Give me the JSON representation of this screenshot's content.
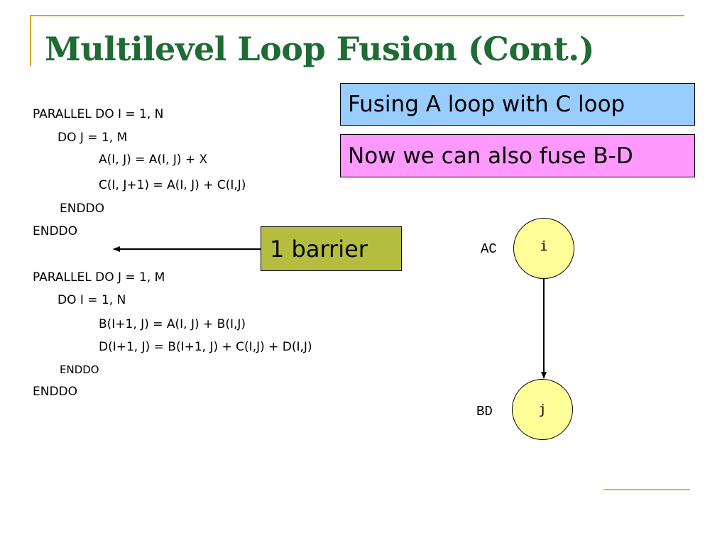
{
  "slide": {
    "title": "Multilevel Loop Fusion (Cont.)"
  },
  "code": {
    "block1": {
      "line1": "PARALLEL DO I = 1, N",
      "line2": "DO J = 1, M",
      "line3": "A(I, J) = A(I, J) + X",
      "line4": "C(I, J+1) = A(I, J) + C(I,J)",
      "line5": "ENDDO",
      "line6": "ENDDO"
    },
    "block2": {
      "line1": "PARALLEL DO J = 1, M",
      "line2": "DO I = 1, N",
      "line3": "B(I+1, J) = A(I, J) + B(I,J)",
      "line4": "D(I+1, J) = B(I+1, J) + C(I,J) + D(I,J)",
      "line5": "ENDDO",
      "line6": "ENDDO"
    }
  },
  "callouts": {
    "fuse_ac": "Fusing A loop with C loop",
    "fuse_bd": "Now we can also fuse B-D",
    "barrier": "1 barrier"
  },
  "graph": {
    "nodes": [
      {
        "id": "i",
        "label": "AC"
      },
      {
        "id": "j",
        "label": "BD"
      }
    ],
    "edges": [
      {
        "from": "i",
        "to": "j"
      }
    ]
  },
  "colors": {
    "title": "#1e6b33",
    "accent_line": "#d4a91f",
    "fuse_ac_box": "#99ccff",
    "fuse_bd_box": "#ff99ff",
    "barrier_box": "#b5bd3e",
    "node_fill": "#ffff99"
  }
}
